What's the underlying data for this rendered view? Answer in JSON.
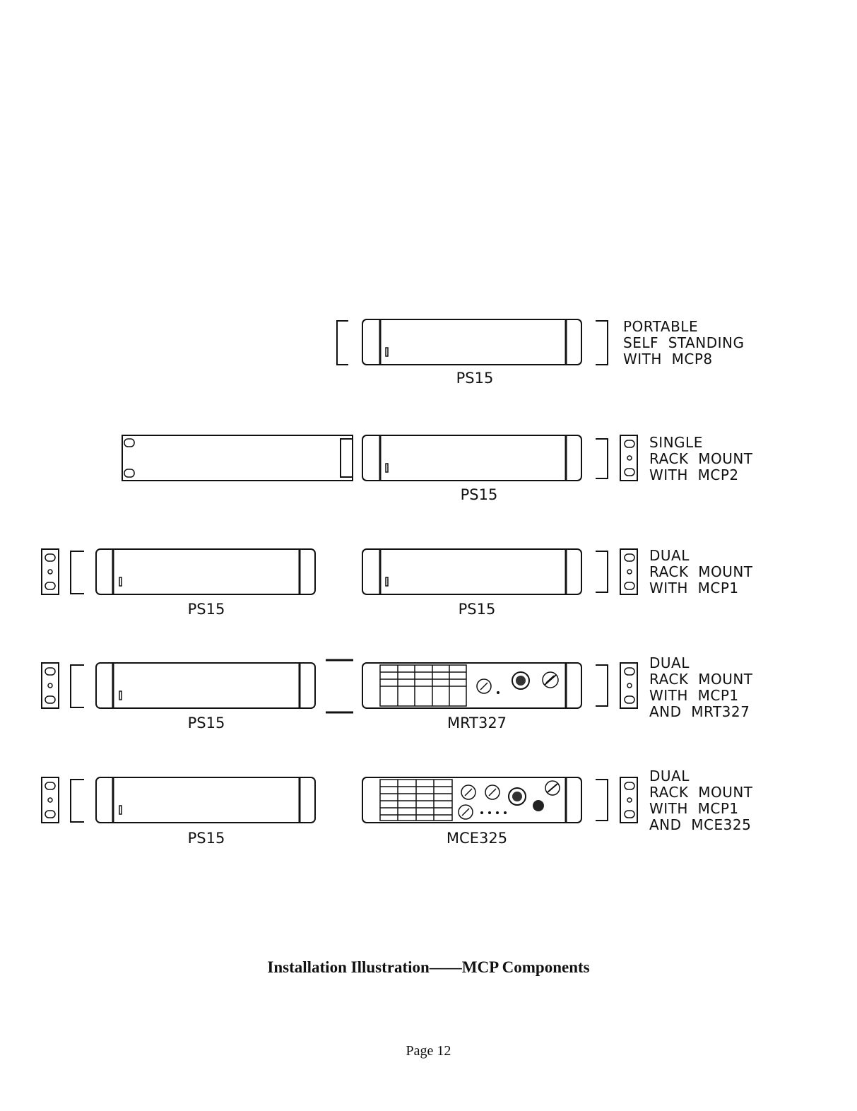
{
  "rows": [
    {
      "units": [
        "PS15"
      ],
      "description": [
        "PORTABLE",
        "SELF  STANDING",
        "WITH  MCP8"
      ]
    },
    {
      "units": [
        "PS15"
      ],
      "description": [
        "SINGLE",
        "RACK  MOUNT",
        "WITH  MCP2"
      ]
    },
    {
      "units": [
        "PS15",
        "PS15"
      ],
      "description": [
        "DUAL",
        "RACK  MOUNT",
        "WITH  MCP1"
      ]
    },
    {
      "units": [
        "PS15",
        "MRT327"
      ],
      "description": [
        "DUAL",
        "RACK  MOUNT",
        "WITH  MCP1",
        "AND  MRT327"
      ]
    },
    {
      "units": [
        "PS15",
        "MCE325"
      ],
      "description": [
        "DUAL",
        "RACK  MOUNT",
        "WITH  MCP1",
        "AND  MCE325"
      ]
    }
  ],
  "caption": "Installation Illustration——MCP Components",
  "page_number": "Page 12"
}
